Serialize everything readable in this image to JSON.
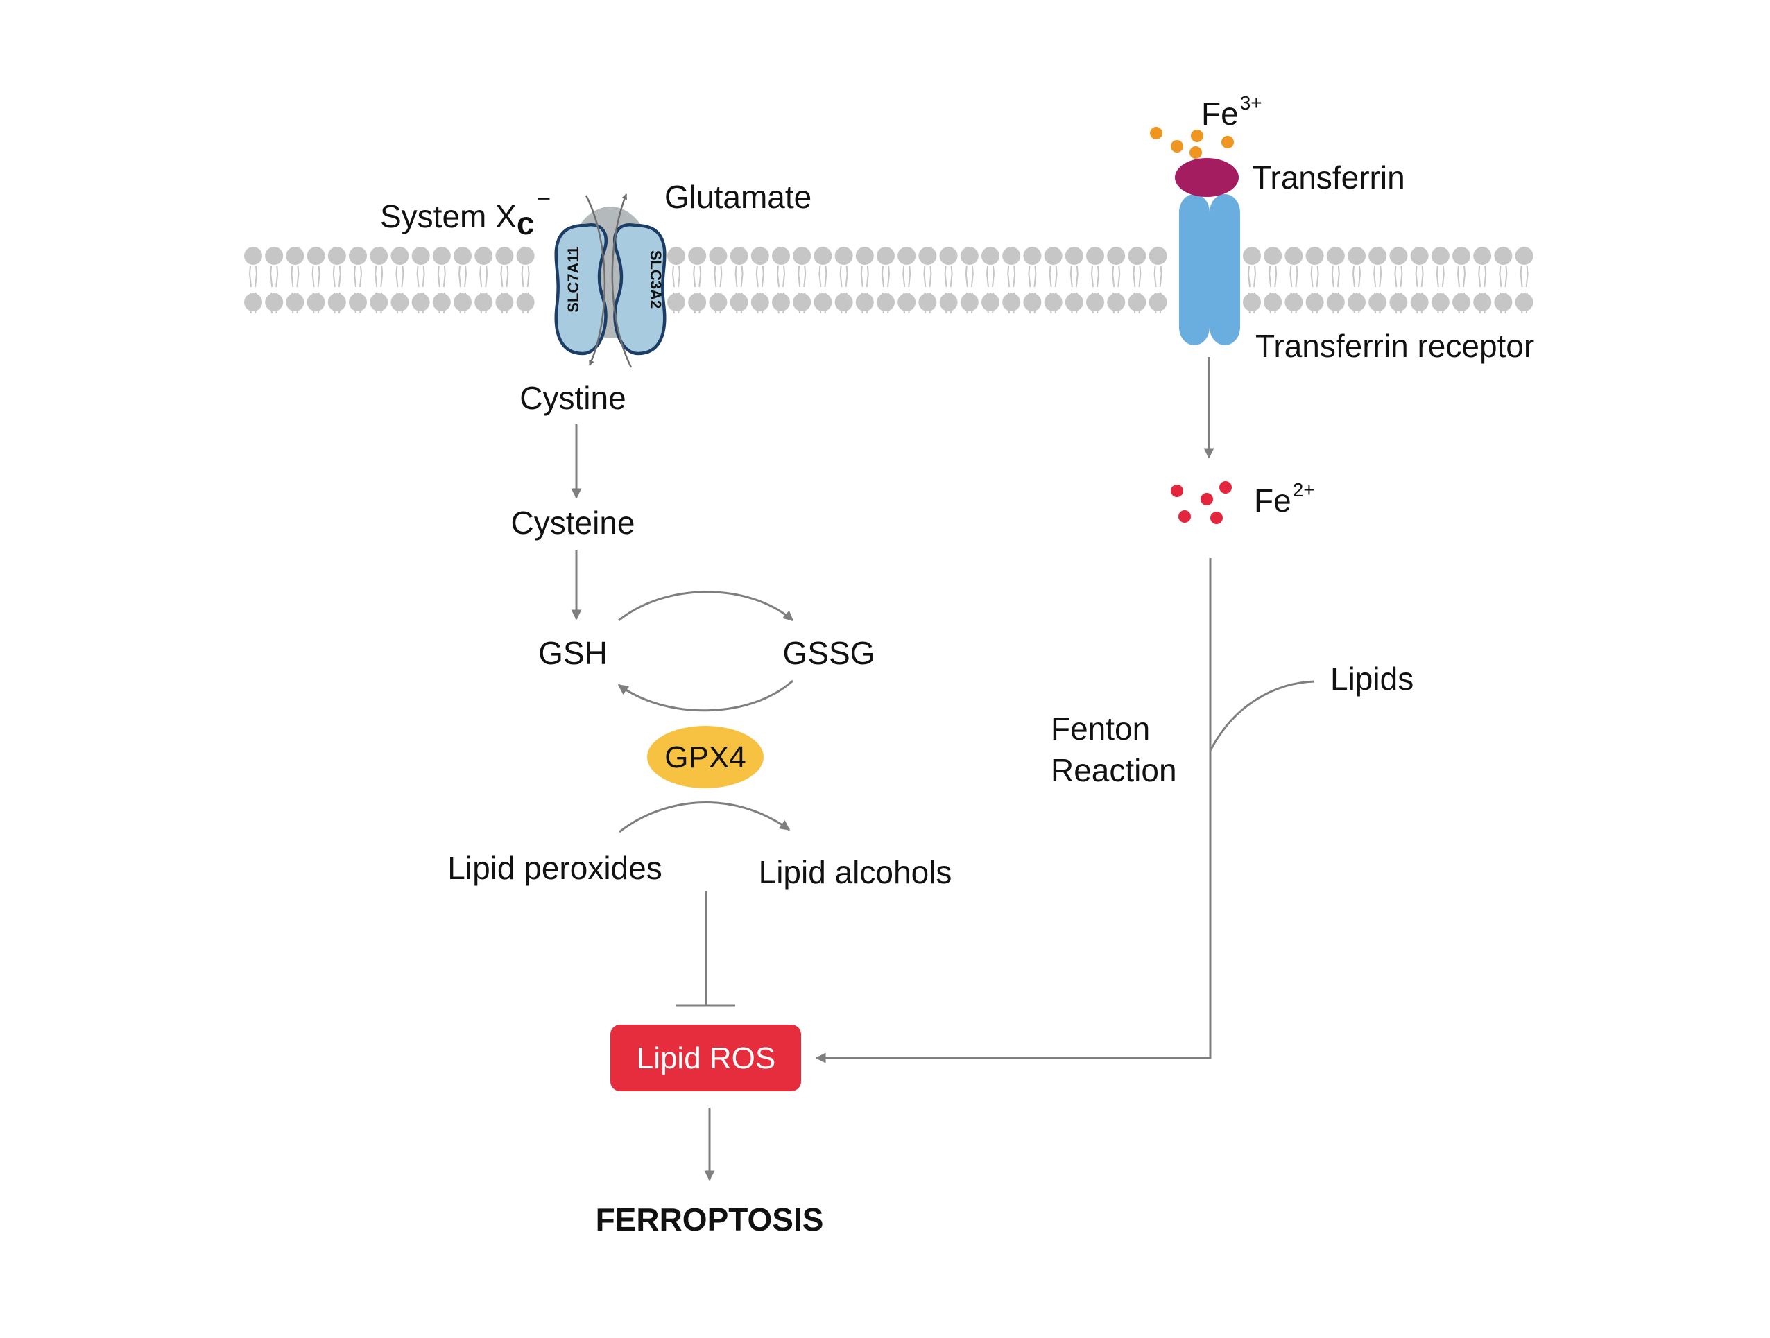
{
  "colors": {
    "membrane_head": "#c6c6c6",
    "membrane_tail": "#c6c6c6",
    "arrow": "#7f7f7f",
    "transporter_fill": "#a9cbe0",
    "transporter_stroke": "#1c3d66",
    "transporter_core": "#b4b9bb",
    "transferrin": "#a51d61",
    "transferrin_receptor": "#6aaee0",
    "fe3_dots": "#ef9521",
    "fe2_dots": "#e3263d",
    "gpx4": "#f7c242",
    "lipid_ros": "#e52d3d",
    "text": "#111111"
  },
  "icons": [
    "membrane-bilayer",
    "system-xc-transporter",
    "transferrin-receptor",
    "transferrin-protein",
    "iron-ion-dots"
  ],
  "labels": {
    "system_xc": "System X",
    "system_xc_sub": "c",
    "system_xc_sup": "−",
    "glutamate": "Glutamate",
    "slc7a11": "SLC7A11",
    "slc3a2": "SLC3A2",
    "cystine": "Cystine",
    "cysteine": "Cysteine",
    "gsh": "GSH",
    "gssg": "GSSG",
    "gpx4": "GPX4",
    "lipid_peroxides": "Lipid peroxides",
    "lipid_alcohols": "Lipid alcohols",
    "lipid_ros": "Lipid ROS",
    "ferroptosis": "FERROPTOSIS",
    "fe3": "Fe",
    "fe3_charge": "3+",
    "transferrin": "Transferrin",
    "transferrin_receptor": "Transferrin receptor",
    "fe2": "Fe",
    "fe2_charge": "2+",
    "lipids": "Lipids",
    "fenton_line1": "Fenton",
    "fenton_line2": "Reaction"
  }
}
